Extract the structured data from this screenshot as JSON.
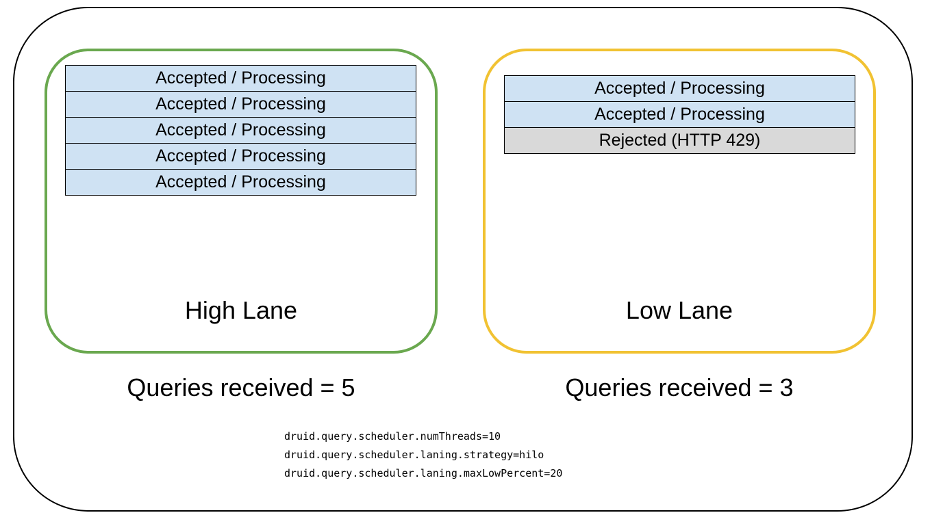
{
  "colors": {
    "high_lane_border": "#6aa84f",
    "low_lane_border": "#f1c232",
    "accepted_fill": "#cfe2f3",
    "rejected_fill": "#d9d9d9"
  },
  "high_lane": {
    "title": "High Lane",
    "queries_label": "Queries received = 5",
    "queries": [
      {
        "status": "Accepted / Processing"
      },
      {
        "status": "Accepted / Processing"
      },
      {
        "status": "Accepted / Processing"
      },
      {
        "status": "Accepted / Processing"
      },
      {
        "status": "Accepted / Processing"
      }
    ]
  },
  "low_lane": {
    "title": "Low Lane",
    "queries_label": "Queries received = 3",
    "queries": [
      {
        "status": "Accepted / Processing"
      },
      {
        "status": "Accepted / Processing"
      },
      {
        "status": "Rejected (HTTP 429)"
      }
    ]
  },
  "config": [
    "druid.query.scheduler.numThreads=10",
    "druid.query.scheduler.laning.strategy=hilo",
    "druid.query.scheduler.laning.maxLowPercent=20"
  ]
}
